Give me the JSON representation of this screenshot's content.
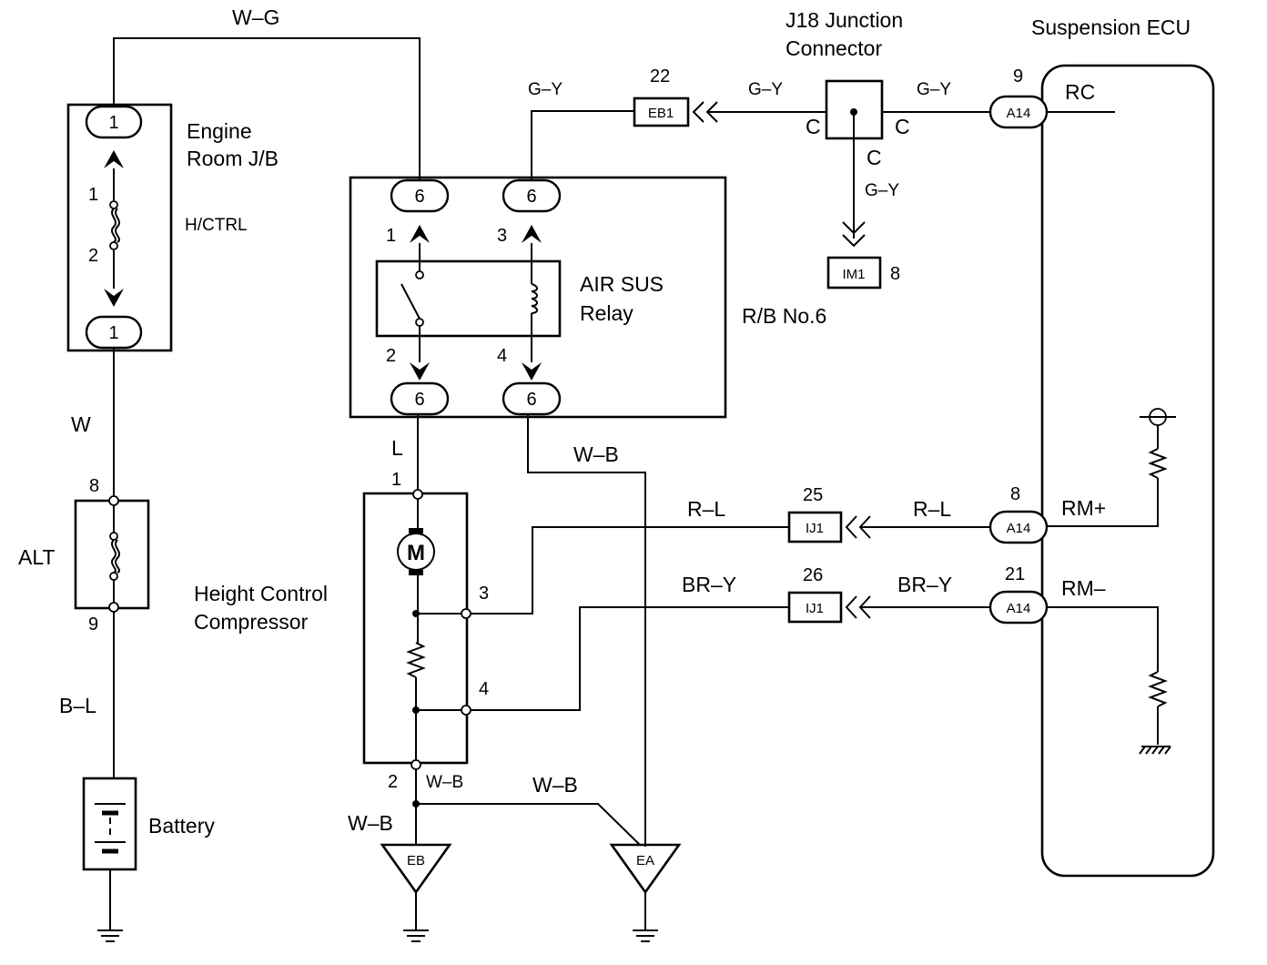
{
  "components": {
    "engine_room_jb": {
      "line1": "Engine",
      "line2": "Room J/B",
      "fuse": "H/CTRL",
      "top_connector": "1",
      "bottom_connector": "1",
      "pin_top": "1",
      "pin_bottom": "2"
    },
    "alt": {
      "label": "ALT",
      "pin_top": "8",
      "pin_bottom": "9"
    },
    "battery": {
      "label": "Battery"
    },
    "relay": {
      "line1": "AIR SUS",
      "line2": "Relay",
      "box_label": "R/B No.6",
      "connector": "6",
      "pins": [
        "1",
        "3",
        "2",
        "4"
      ]
    },
    "j18": {
      "line1": "J18 Junction",
      "line2": "Connector",
      "terminal": "C"
    },
    "ecu": {
      "label": "Suspension ECU"
    },
    "compressor": {
      "line1": "Height Control",
      "line2": "Compressor",
      "motor": "M",
      "pins": [
        "1",
        "3",
        "4",
        "2"
      ]
    }
  },
  "wires": {
    "wg": "W–G",
    "w": "W",
    "bl": "B–L",
    "l": "L",
    "gy": "G–Y",
    "wb": "W–B",
    "rl": "R–L",
    "bry": "BR–Y"
  },
  "connectors": {
    "eb1": {
      "code": "EB1",
      "pin": "22"
    },
    "im1": {
      "code": "IM1",
      "pin": "8"
    },
    "ij1_a": {
      "code": "IJ1",
      "pin": "25"
    },
    "ij1_b": {
      "code": "IJ1",
      "pin": "26"
    },
    "a14_rc": {
      "code": "A14",
      "pin": "9"
    },
    "a14_rmp": {
      "code": "A14",
      "pin": "8"
    },
    "a14_rmm": {
      "code": "A14",
      "pin": "21"
    }
  },
  "ecu_terminals": {
    "rc": "RC",
    "rmp": "RM+",
    "rmm": "RM–"
  },
  "grounds": {
    "eb": "EB",
    "ea": "EA"
  }
}
